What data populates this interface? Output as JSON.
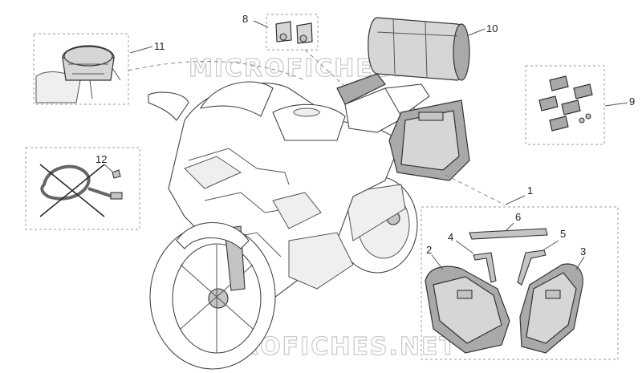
{
  "watermark": {
    "top": "MICROFICHES.NET",
    "bottom": "MICROFICHES.NET"
  },
  "callouts": {
    "n1": "1",
    "n2": "2",
    "n3": "3",
    "n4": "4",
    "n5": "5",
    "n6": "6",
    "n7": "8",
    "n8": "10",
    "n9": "9",
    "n10": "11",
    "n11": "12"
  },
  "colors": {
    "line": "#555555",
    "box": "#9a9a9a",
    "part_fill": "#d6d6d6",
    "part_dark": "#a9a9a9",
    "watermark": "#c9c9c9"
  }
}
